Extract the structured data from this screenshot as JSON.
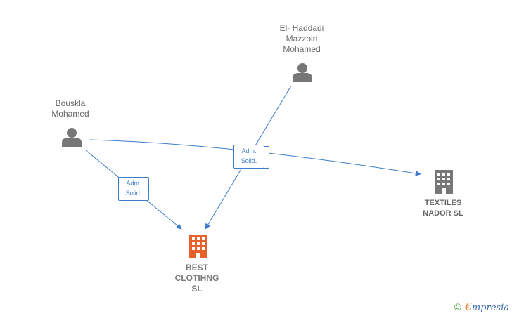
{
  "persons": [
    {
      "id": "el-haddadi",
      "name_lines": [
        "El- Haddadi",
        "Mazzoiri",
        "Mohamed"
      ]
    },
    {
      "id": "bouskla",
      "name_lines": [
        "Bouskla",
        "Mohamed"
      ]
    }
  ],
  "companies": [
    {
      "id": "best-clotihng",
      "name_lines": [
        "BEST",
        "CLOTIHNG",
        "SL"
      ],
      "color": "#e8602c"
    },
    {
      "id": "textiles-nador",
      "name_lines": [
        "TEXTILES",
        "NADOR  SL"
      ],
      "color": "#777777"
    }
  ],
  "badges": [
    {
      "lines": [
        "Adm.",
        "Solid."
      ]
    },
    {
      "lines": [
        "Adm.",
        "Solid."
      ]
    }
  ],
  "colors": {
    "edge": "#3d7cc9",
    "person_icon": "#777777"
  },
  "watermark": {
    "copyright": "©",
    "brand_initial": "€",
    "brand_rest": "mpresia"
  }
}
